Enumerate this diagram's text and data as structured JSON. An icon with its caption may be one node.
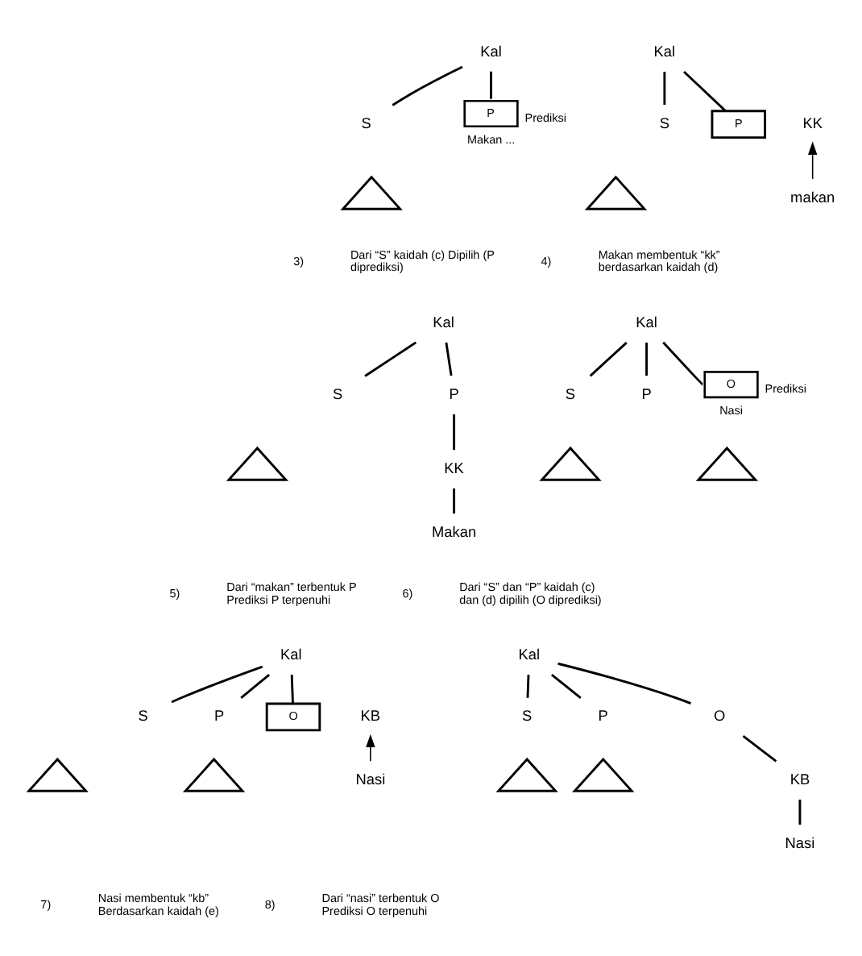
{
  "diagram": {
    "nodes": [
      {
        "text": [
          "Kal"
        ]
      },
      {
        "text": [
          "S"
        ]
      },
      {
        "text": [
          "P"
        ],
        "beside": [
          "Prediksi",
          "Makan ..."
        ]
      },
      {
        "text": [],
        "shape": "triangle"
      },
      {
        "text": [
          "Kal"
        ]
      },
      {
        "text": [
          "S"
        ]
      },
      {
        "text": [
          "P"
        ]
      },
      {
        "text": [
          "KK"
        ]
      },
      {
        "text": [],
        "shape": "triangle"
      },
      {
        "text": [
          "makan"
        ]
      },
      {
        "text": [
          "Kal"
        ]
      },
      {
        "text": [
          "S"
        ]
      },
      {
        "text": [
          "P"
        ]
      },
      {
        "text": [],
        "shape": "triangle"
      },
      {
        "text": [
          "KK"
        ]
      },
      {
        "text": [
          "Makan"
        ]
      },
      {
        "text": [
          "Kal"
        ]
      },
      {
        "text": [
          "S"
        ]
      },
      {
        "text": [
          "P"
        ]
      },
      {
        "text": [
          "O"
        ],
        "beside": [
          "Prediksi",
          "Nasi"
        ]
      },
      {
        "text": [],
        "shape": "triangle"
      },
      {
        "text": [],
        "shape": "triangle"
      },
      {
        "text": [
          "Kal"
        ]
      },
      {
        "text": [
          "S"
        ]
      },
      {
        "text": [
          "P"
        ]
      },
      {
        "text": [
          "O"
        ]
      },
      {
        "text": [
          "KB"
        ]
      },
      {
        "text": [],
        "shape": "triangle"
      },
      {
        "text": [],
        "shape": "triangle"
      },
      {
        "text": [
          "Nasi"
        ]
      },
      {
        "text": [
          "Kal"
        ]
      },
      {
        "text": [
          "S"
        ]
      },
      {
        "text": [
          "P"
        ]
      },
      {
        "text": [
          "O"
        ]
      },
      {
        "text": [],
        "shape": "triangle"
      },
      {
        "text": [],
        "shape": "triangle"
      },
      {
        "text": [
          "KB"
        ]
      },
      {
        "text": [
          "Nasi"
        ]
      }
    ],
    "edges": [
      {
        "from": 0,
        "to": 1,
        "arrow": "none"
      },
      {
        "from": 0,
        "to": 2,
        "arrow": "none"
      },
      {
        "from": 4,
        "to": 5,
        "arrow": "none"
      },
      {
        "from": 4,
        "to": 6,
        "arrow": "none"
      },
      {
        "from": 9,
        "to": 7,
        "arrow": "to"
      },
      {
        "from": 10,
        "to": 11,
        "arrow": "none"
      },
      {
        "from": 10,
        "to": 12,
        "arrow": "none"
      },
      {
        "from": 12,
        "to": 14,
        "arrow": "none"
      },
      {
        "from": 14,
        "to": 15,
        "arrow": "none"
      },
      {
        "from": 16,
        "to": 17,
        "arrow": "none"
      },
      {
        "from": 16,
        "to": 18,
        "arrow": "none"
      },
      {
        "from": 16,
        "to": 19,
        "arrow": "none"
      },
      {
        "from": 22,
        "to": 23,
        "arrow": "none"
      },
      {
        "from": 22,
        "to": 24,
        "arrow": "none"
      },
      {
        "from": 22,
        "to": 25,
        "arrow": "none"
      },
      {
        "from": 29,
        "to": 26,
        "arrow": "to"
      },
      {
        "from": 30,
        "to": 31,
        "arrow": "none"
      },
      {
        "from": 30,
        "to": 32,
        "arrow": "none"
      },
      {
        "from": 30,
        "to": 33,
        "arrow": "none"
      },
      {
        "from": 33,
        "to": 36,
        "arrow": "none"
      },
      {
        "from": 36,
        "to": 37,
        "arrow": "none"
      }
    ],
    "labels": [
      "3)",
      "Dari “S” kaidah (c) Dipilih (P diprediksi)",
      "4)",
      "Makan membentuk “kk” berdasarkan kaidah (d)",
      "5)",
      "Dari “makan” terbentuk P Prediksi P terpenuhi",
      "6)",
      "Dari “S” dan “P” kaidah (c) dan (d) dipilih (O diprediksi)",
      "7)",
      "Nasi membentuk “kb” Berdasarkan kaidah (e)",
      "8)",
      "Dari “nasi” terbentuk O Prediksi O terpenuhi"
    ]
  }
}
